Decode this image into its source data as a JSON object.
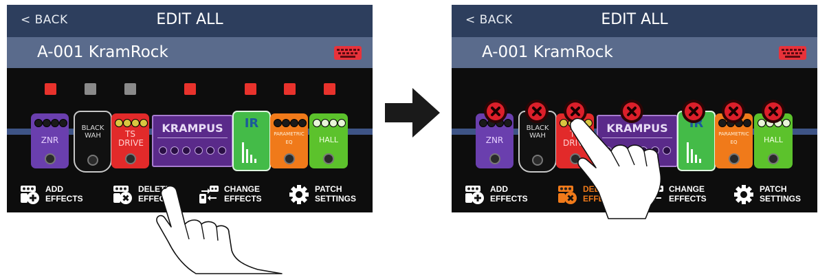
{
  "screens": [
    {
      "back_label": "< BACK",
      "title": "EDIT ALL",
      "patch_name": "A-001 KramRock",
      "effects": [
        {
          "name": "ZNR",
          "color": "#6a3fae"
        },
        {
          "name": "BLACK WAH",
          "color": "#111111"
        },
        {
          "name": "TS DRIVE",
          "color": "#e22a2a"
        },
        {
          "name": "KRAMPUS",
          "color": "#5a2a8a"
        },
        {
          "name": "IR",
          "color": "#44bb48"
        },
        {
          "name": "PARAMETRIC EQ",
          "color": "#f07a1a"
        },
        {
          "name": "HALL",
          "color": "#5cc22c"
        }
      ],
      "leds": [
        "on",
        "off",
        "off",
        "on",
        "on",
        "on",
        "on"
      ],
      "buttons": {
        "add": "ADD EFFECTS",
        "delete": "DELETE EFFECTS",
        "change": "CHANGE EFFECTS",
        "patch": "PATCH SETTINGS"
      },
      "delete_active": false,
      "show_delete_marks": false
    },
    {
      "back_label": "< BACK",
      "title": "EDIT ALL",
      "patch_name": "A-001 KramRock",
      "effects": [
        {
          "name": "ZNR",
          "color": "#6a3fae"
        },
        {
          "name": "BLACK WAH",
          "color": "#111111"
        },
        {
          "name": "TS DRIVE",
          "color": "#e22a2a"
        },
        {
          "name": "KRAMPUS",
          "color": "#5a2a8a"
        },
        {
          "name": "IR",
          "color": "#44bb48"
        },
        {
          "name": "PARAMETRIC EQ",
          "color": "#f07a1a"
        },
        {
          "name": "HALL",
          "color": "#5cc22c"
        }
      ],
      "buttons": {
        "add": "ADD EFFECTS",
        "delete": "DELETE EFFECTS",
        "change": "CHANGE EFFECTS",
        "patch": "PATCH SETTINGS"
      },
      "delete_active": true,
      "show_delete_marks": true
    }
  ],
  "colors": {
    "header": "#2d3e5d",
    "patch_bar": "#5a6b8c",
    "keyboard_icon": "#e8323a",
    "led_on": "#e8322c",
    "led_off": "#8a8a8a",
    "delete_active": "#f07a1a",
    "delete_mark": "#dc1f2a"
  },
  "icons": [
    "keyboard-icon",
    "add-effects-icon",
    "delete-effects-icon",
    "change-effects-icon",
    "gear-icon",
    "close-icon",
    "arrow-right-icon",
    "hand-pointer-icon"
  ]
}
